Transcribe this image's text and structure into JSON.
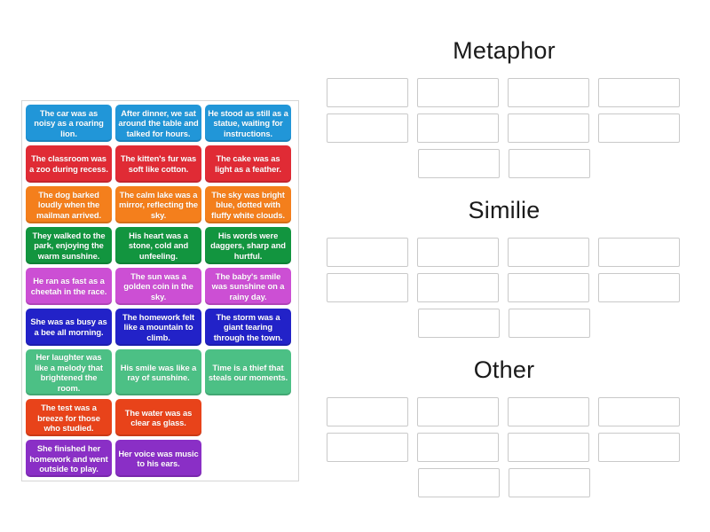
{
  "colors": {
    "tile_blue": "#2196d8",
    "tile_red": "#e02b35",
    "tile_orange": "#f47f1c",
    "tile_green": "#12953f",
    "tile_orchid": "#cc4fd4",
    "tile_navy": "#2222c8",
    "tile_seagreen": "#4cc085",
    "tile_redorange": "#e8431a",
    "tile_purple": "#8a2fc6",
    "slot_border": "#c9c9c9",
    "tray_border": "#d6d6d6",
    "heading_text": "#1a1a1a",
    "tile_text": "#ffffff",
    "background": "#ffffff"
  },
  "tray": {
    "name": "sentence-tiles",
    "rows": [
      {
        "color": "#2196d8",
        "tiles": [
          "The car was as noisy as a roaring lion.",
          "After dinner, we sat around the table and talked for hours.",
          "He stood as still as a statue, waiting for instructions."
        ]
      },
      {
        "color": "#e02b35",
        "tiles": [
          "The classroom was a zoo during recess.",
          "The kitten's fur was soft like cotton.",
          "The cake was as light as a feather."
        ]
      },
      {
        "color": "#f47f1c",
        "tiles": [
          "The dog barked loudly when the mailman arrived.",
          "The calm lake was a mirror, reflecting the sky.",
          "The sky was bright blue, dotted with fluffy white clouds."
        ]
      },
      {
        "color": "#12953f",
        "tiles": [
          "They walked to the park, enjoying the warm sunshine.",
          "His heart was a stone, cold and unfeeling.",
          "His words were daggers, sharp and hurtful."
        ]
      },
      {
        "color": "#cc4fd4",
        "tiles": [
          "He ran as fast as a cheetah in the race.",
          "The sun was a golden coin in the sky.",
          "The baby's smile was sunshine on a rainy day."
        ]
      },
      {
        "color": "#2222c8",
        "tiles": [
          "She was as busy as a bee all morning.",
          "The homework felt like a mountain to climb.",
          "The storm was a giant tearing through the town."
        ]
      },
      {
        "color": "#4cc085",
        "tiles": [
          "Her laughter was like a melody that brightened the room.",
          "His smile was like a ray of sunshine.",
          "Time is a thief that steals our moments."
        ]
      },
      {
        "color": "#e8431a",
        "tiles": [
          "The test was a breeze for those who studied.",
          "The water was as clear as glass.",
          ""
        ]
      },
      {
        "color": "#8a2fc6",
        "tiles": [
          "She finished her homework and went outside to play.",
          "Her voice was music to his ears.",
          ""
        ]
      }
    ]
  },
  "groups": [
    {
      "title": "Metaphor",
      "slot_rows": [
        4,
        4,
        2
      ],
      "filled": []
    },
    {
      "title": "Similie",
      "slot_rows": [
        4,
        4,
        2
      ],
      "filled": []
    },
    {
      "title": "Other",
      "slot_rows": [
        4,
        4,
        2
      ],
      "filled": []
    }
  ]
}
